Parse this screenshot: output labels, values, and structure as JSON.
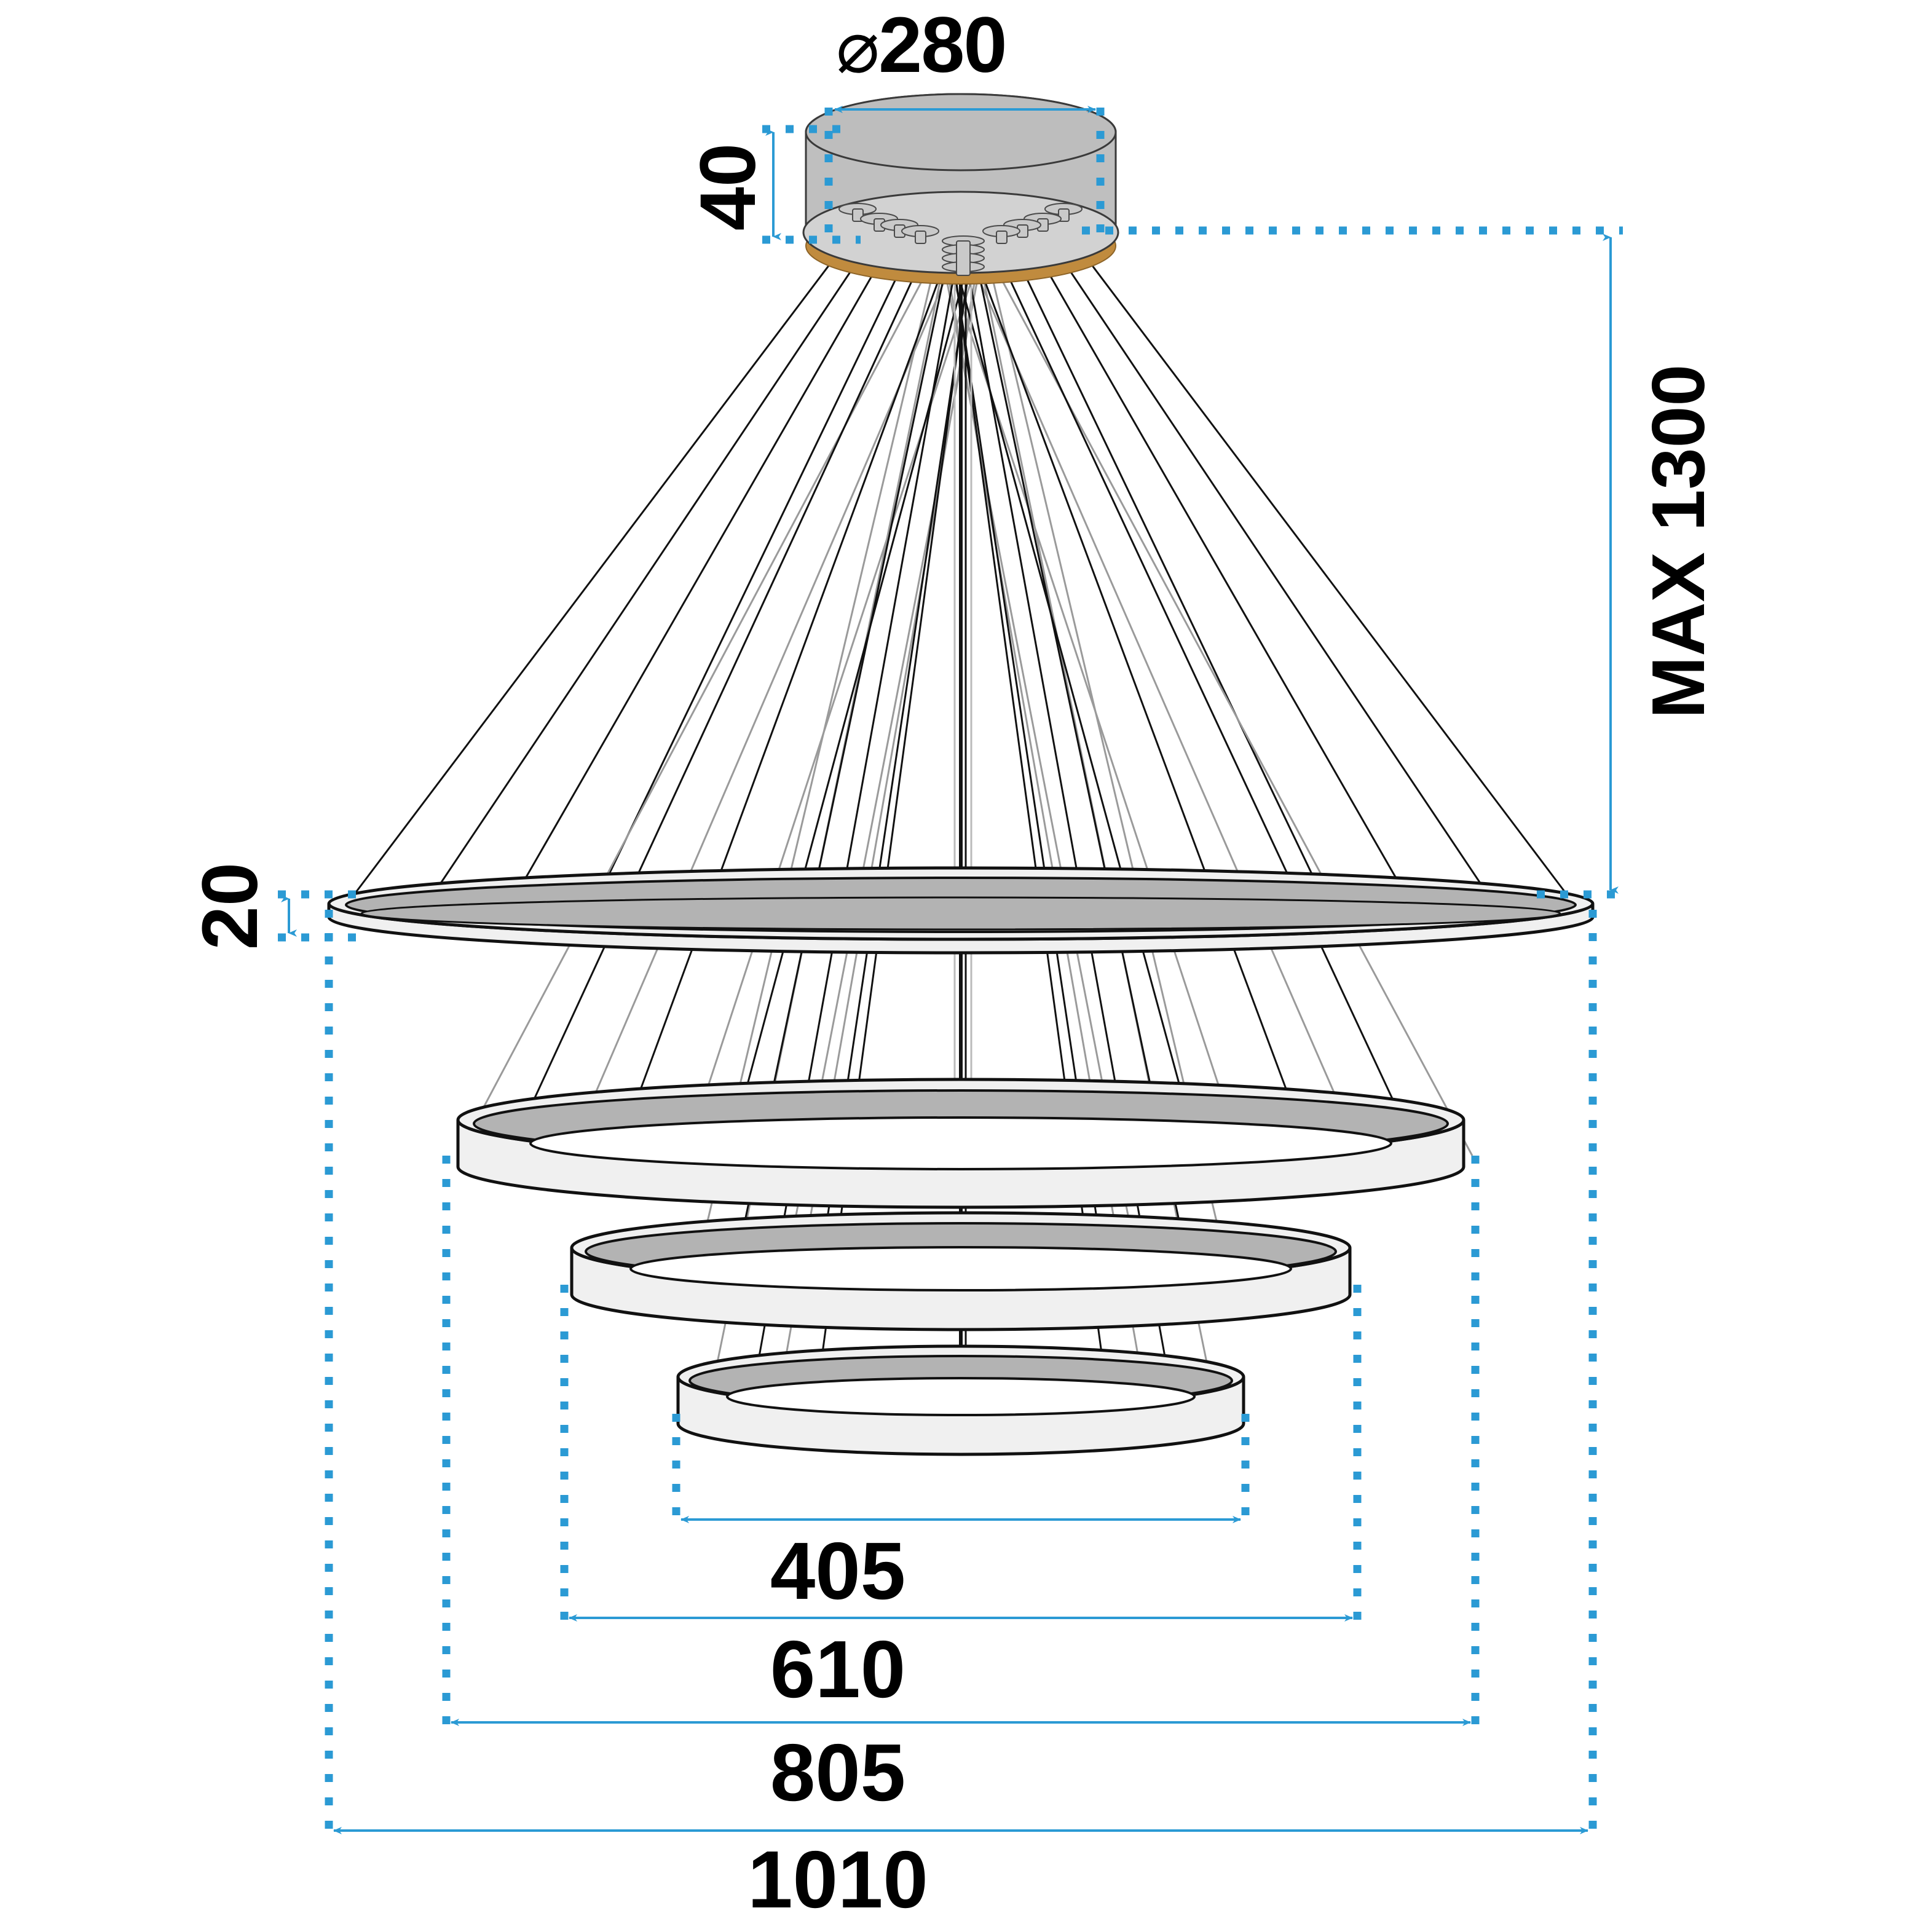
{
  "drawing": {
    "title": "LED Pendant Chandelier - 4 Ring Technical Dimension Drawing",
    "units": "mm",
    "accent_color": "#2B9AD4",
    "line_color": "#000000",
    "ring_top_face_color": "#B3B3B3",
    "ring_side_color": "#F0F0F0",
    "canopy_body_color": "#BFBFBF",
    "canopy_base_color": "#D0D0D0",
    "canopy_rim_color": "#C08B3E"
  },
  "dimensions": {
    "canopy_diameter": {
      "symbol": "⌀",
      "value": "280",
      "label": "⌀280",
      "name": "canopy-diameter"
    },
    "canopy_height": {
      "value": "40",
      "name": "canopy-height"
    },
    "max_drop": {
      "value": "MAX 1300",
      "name": "max-suspension-height"
    },
    "ring_thickness": {
      "value": "20",
      "name": "ring-thickness"
    },
    "ring_diameters": [
      {
        "value": "405",
        "name": "ring-diameter-405",
        "ring": "ring-4-smallest"
      },
      {
        "value": "610",
        "name": "ring-diameter-610",
        "ring": "ring-3"
      },
      {
        "value": "805",
        "name": "ring-diameter-805",
        "ring": "ring-2"
      },
      {
        "value": "1010",
        "name": "ring-diameter-1010",
        "ring": "ring-1-largest"
      }
    ]
  },
  "rings": [
    {
      "id": "ring-1-largest",
      "diameter_label": "1010"
    },
    {
      "id": "ring-2",
      "diameter_label": "805"
    },
    {
      "id": "ring-3",
      "diameter_label": "610"
    },
    {
      "id": "ring-4-smallest",
      "diameter_label": "405"
    }
  ]
}
